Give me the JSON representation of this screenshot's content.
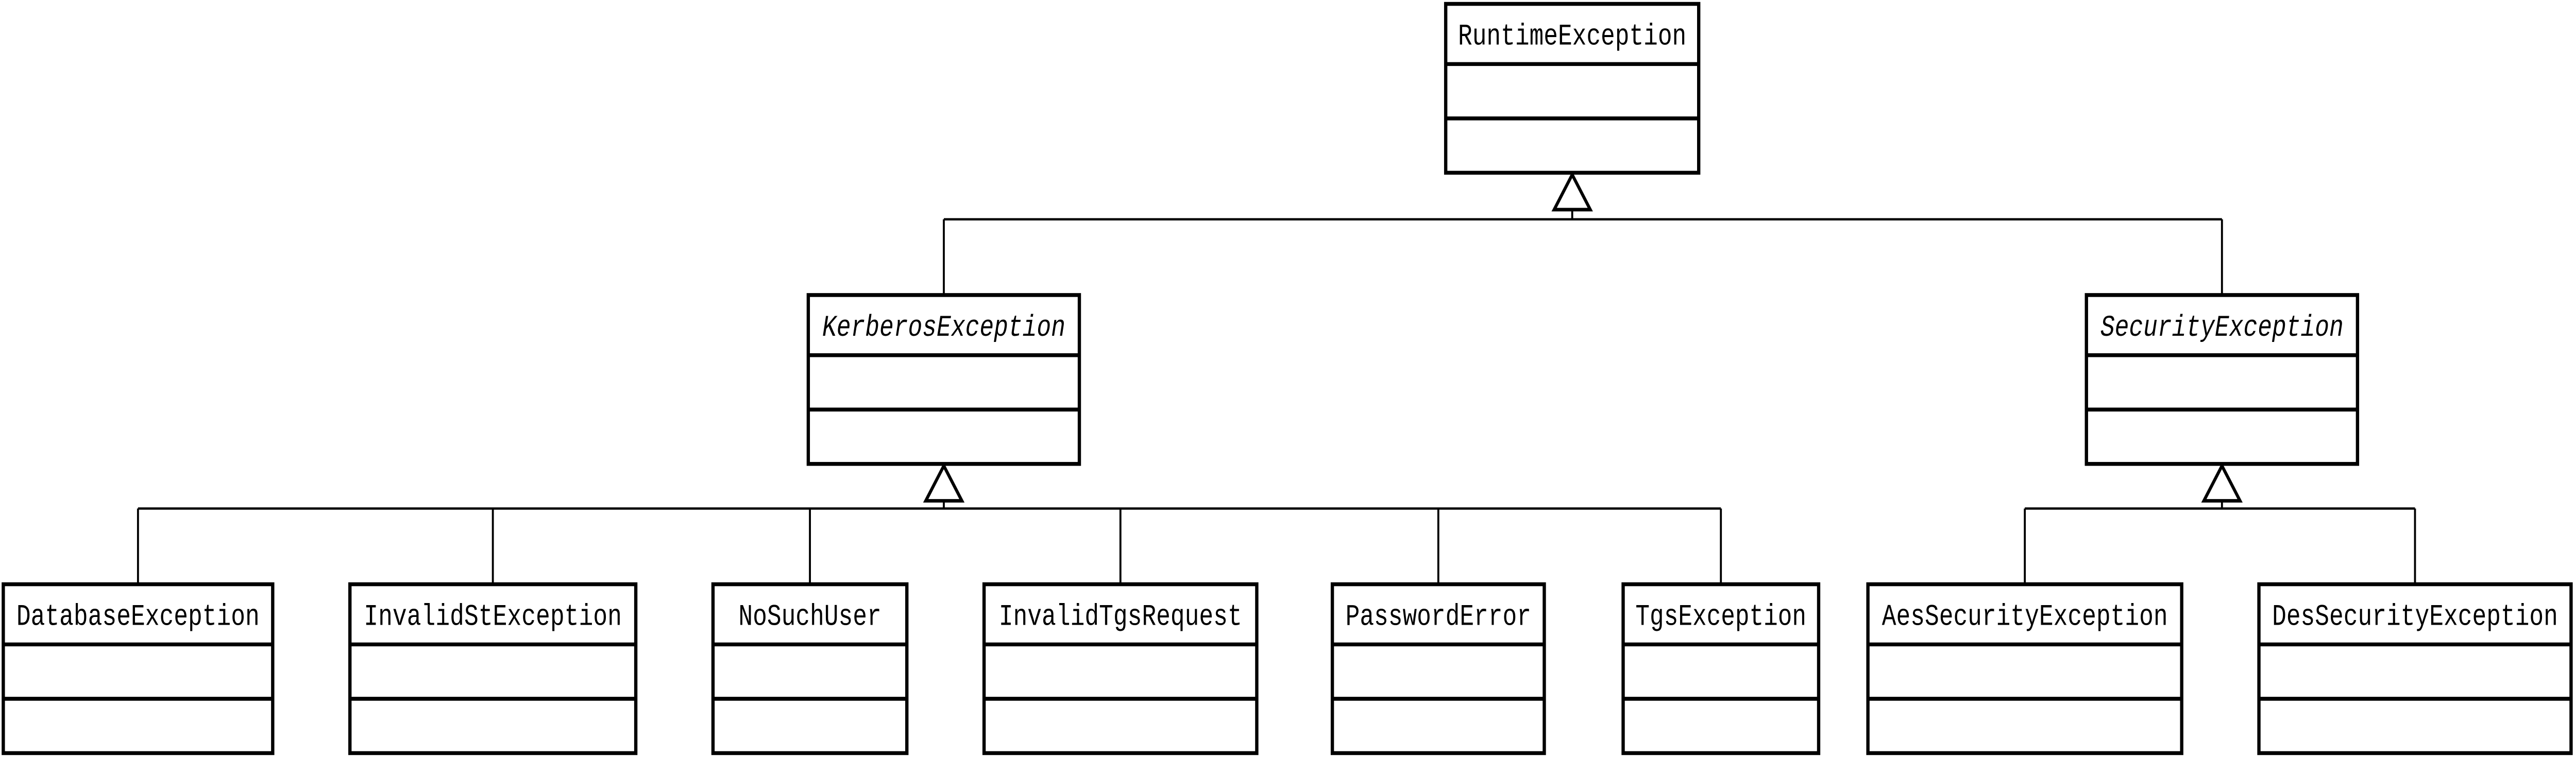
{
  "diagram": {
    "type": "uml-class-inheritance",
    "classes": [
      {
        "id": "runtime",
        "name": "RuntimeException",
        "abstract": false,
        "parent": null
      },
      {
        "id": "kerberos",
        "name": "KerberosException",
        "abstract": true,
        "parent": "runtime"
      },
      {
        "id": "security",
        "name": "SecurityException",
        "abstract": true,
        "parent": "runtime"
      },
      {
        "id": "database",
        "name": "DatabaseException",
        "abstract": false,
        "parent": "kerberos"
      },
      {
        "id": "invalidst",
        "name": "InvalidStException",
        "abstract": false,
        "parent": "kerberos"
      },
      {
        "id": "nosuchuser",
        "name": "NoSuchUser",
        "abstract": false,
        "parent": "kerberos"
      },
      {
        "id": "invalidtgs",
        "name": "InvalidTgsRequest",
        "abstract": false,
        "parent": "kerberos"
      },
      {
        "id": "passworderror",
        "name": "PasswordError",
        "abstract": false,
        "parent": "kerberos"
      },
      {
        "id": "tgs",
        "name": "TgsException",
        "abstract": false,
        "parent": "kerberos"
      },
      {
        "id": "aes",
        "name": "AesSecurityException",
        "abstract": false,
        "parent": "security"
      },
      {
        "id": "des",
        "name": "DesSecurityException",
        "abstract": false,
        "parent": "security"
      }
    ]
  }
}
